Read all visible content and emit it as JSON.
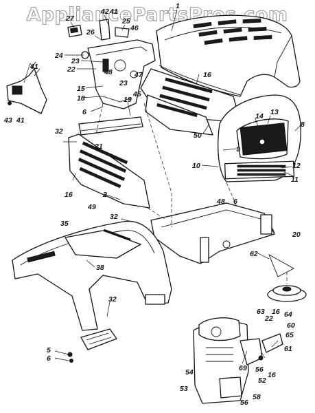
{
  "watermark": "AppliancePartsPros.com",
  "callouts": [
    "1",
    "42",
    "41",
    "27",
    "26",
    "25",
    "46",
    "24",
    "23",
    "22",
    "48",
    "47",
    "16",
    "41",
    "43",
    "41",
    "15",
    "18",
    "23",
    "6",
    "19",
    "45",
    "13",
    "14",
    "8",
    "50",
    "9",
    "32",
    "21",
    "10",
    "12",
    "11",
    "16",
    "49",
    "2",
    "48",
    "6",
    "35",
    "32",
    "20",
    "62",
    "38",
    "32",
    "63",
    "16",
    "22",
    "64",
    "60",
    "65",
    "61",
    "5",
    "6",
    "69",
    "56",
    "16",
    "54",
    "52",
    "53",
    "56",
    "58"
  ]
}
